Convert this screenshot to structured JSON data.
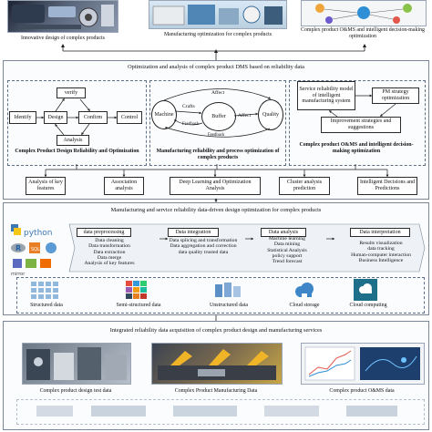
{
  "top_row": {
    "captions": [
      "Innovative design of complex products",
      "Manufacturing optimization for complex products",
      "Complex product O&MS and intelligent decision-making optimization"
    ]
  },
  "layer_dms": {
    "title": "Optimization and analysis of complex product DMS based on reliability data",
    "design": {
      "boxes": [
        "Identify",
        "Design",
        "verify",
        "Confirm",
        "Control",
        "Analysis"
      ],
      "title": "Complex Product Design Reliability and Optimization"
    },
    "manufacturing": {
      "machine": "Machine",
      "buffer": "Buffer",
      "quality": "Quality",
      "crafts": "Crafts",
      "affect_top": "Affect",
      "affect_right": "Affect",
      "feedback_1": "Feedback",
      "feedback_2": "Feedback",
      "title": "Manufacturing reliability and process optimization of complex products"
    },
    "oms": {
      "model": "Service reliability model of intelligent manufacturing system",
      "pm": "PM strategy optimization",
      "improve": "Improvement strategies and suggestions",
      "title": "Complex product O&MS and intelligent decision-making optimization"
    },
    "analysis_boxes": [
      "Analysis of key features",
      "Association analysis",
      "Deep Learning and Optimization Analysis",
      "Cluster analysis prediction",
      "Intelligent Decisions and Predictions"
    ]
  },
  "layer_data": {
    "title": "Manufacturing and service reliability data-driven design optimization for complex products",
    "columns": [
      {
        "head": "data preprocessing",
        "items": [
          "Data cleaning",
          "Data transformation",
          "Data extraction",
          "Data merge",
          "Analysis of key features"
        ]
      },
      {
        "head": "Data integration",
        "items": [
          "Data splicing and transformation",
          "Data aggregation and correction",
          "data quality trusted data"
        ]
      },
      {
        "head": "Data analysis",
        "items": [
          "Machine learning",
          "Data mining",
          "Statistical Analysis",
          "policy support",
          "Trend forecast"
        ]
      },
      {
        "head": "Data interpretation",
        "items": [
          "Results visualization",
          "data tracking",
          "Human-computer interaction",
          "Business Intelligence"
        ]
      }
    ],
    "logos": [
      "python",
      "R",
      "SQL",
      "mirror"
    ],
    "storage_captions": [
      "Structured data",
      "Semi-structured data",
      "Unstructured data",
      "Cloud storage",
      "Cloud computing"
    ]
  },
  "layer_acq": {
    "title": "Integrated reliability data acquisition of complex product design and manufacturing services",
    "captions": [
      "Complex product design test data",
      "Complex Product Manufacturing Data",
      "Complex product O&MS data"
    ]
  },
  "colors": {
    "frame": "#7b8797",
    "dashed": "#5f6f86",
    "arrow": "#1f1f1f",
    "cloud": "#3f86c8",
    "teal": "#1d6f8a"
  }
}
